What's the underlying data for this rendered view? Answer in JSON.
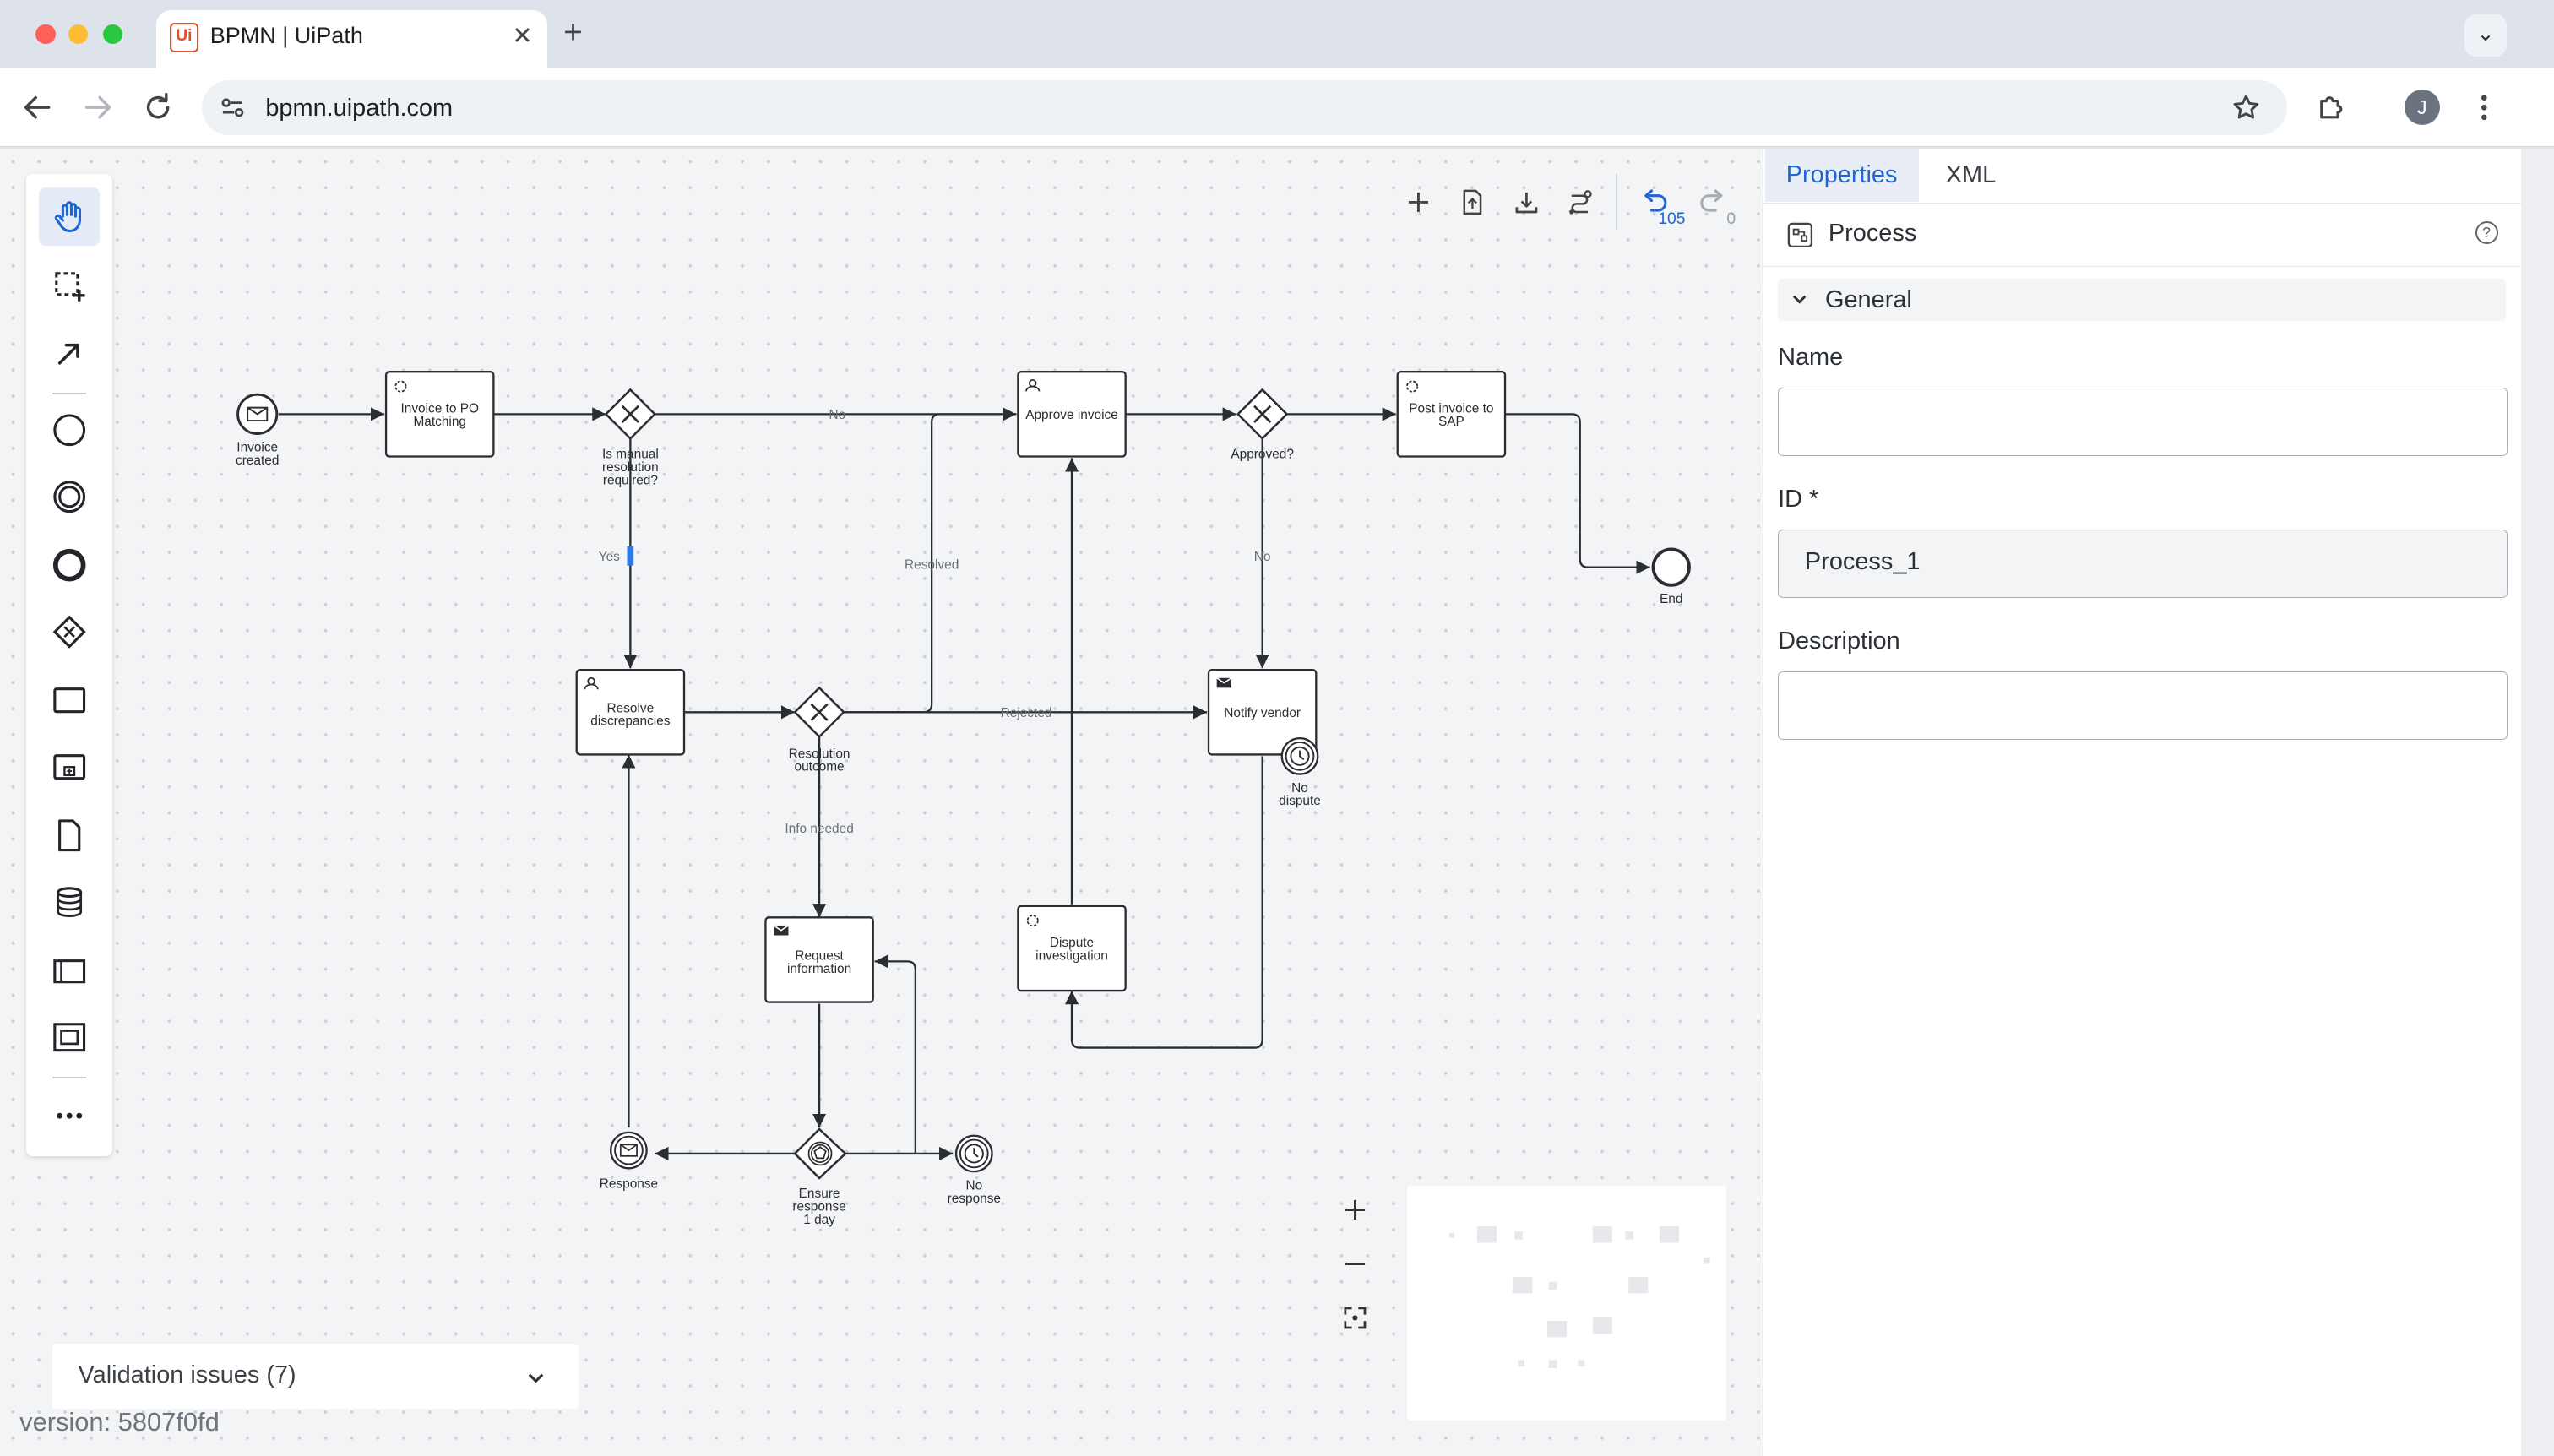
{
  "browser": {
    "tab_title": "BPMN | UiPath",
    "favicon_text": "Ui",
    "url": "bpmn.uipath.com",
    "avatar_initial": "J"
  },
  "toolbar": {
    "undo_count": "105",
    "redo_count": "0"
  },
  "diagram": {
    "labels": {
      "start": "Invoice created",
      "task_matching": "Invoice to PO Matching",
      "gw_manual": "Is manual resolution required?",
      "task_approve": "Approve invoice",
      "gw_approved": "Approved?",
      "task_post": "Post invoice to SAP",
      "end": "End",
      "task_resolve": "Resolve discrepancies",
      "gw_outcome": "Resolution outcome",
      "task_notify": "Notify vendor",
      "boundary_nodispute": "No dispute",
      "task_request": "Request information",
      "task_dispute": "Dispute investigation",
      "ev_response": "Response",
      "gw_ensure": "Ensure response 1 day",
      "ev_noresponse": "No response"
    },
    "flow_labels": {
      "no_top": "No",
      "yes": "Yes",
      "resolved": "Resolved",
      "no_approved": "No",
      "rejected": "Rejected",
      "info_needed": "Info needed"
    }
  },
  "validation": {
    "label": "Validation issues (7)"
  },
  "version": "version: 5807f0fd",
  "panel": {
    "tabs": [
      "Properties",
      "XML"
    ],
    "element_type": "Process",
    "group": "General",
    "fields": {
      "name_label": "Name",
      "name_value": "",
      "id_label": "ID *",
      "id_value": "Process_1",
      "description_label": "Description",
      "description_value": ""
    }
  },
  "colors": {
    "accent": "#1f66d1",
    "stroke": "#22252a",
    "canvas": "#f3f4f6"
  }
}
